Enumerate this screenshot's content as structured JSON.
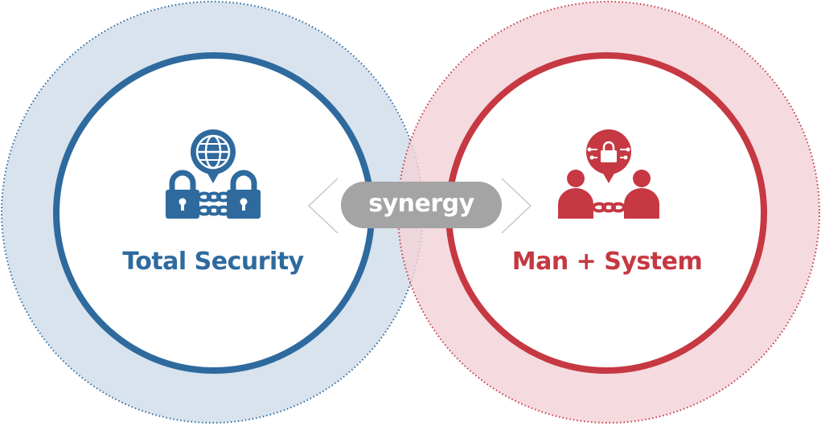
{
  "diagram": {
    "left_circle": {
      "label": "Total Security",
      "icon": "globe-padlocks-chain-icon",
      "accent_color": "#2e6a9e",
      "halo_color": "#d6e1ec"
    },
    "right_circle": {
      "label": "Man + System",
      "icon": "people-chain-lock-icon",
      "accent_color": "#c63842",
      "halo_color": "#f4d7db"
    },
    "connector": {
      "label": "synergy",
      "pill_color": "#a4a4a4",
      "text_color": "#ffffff"
    }
  }
}
